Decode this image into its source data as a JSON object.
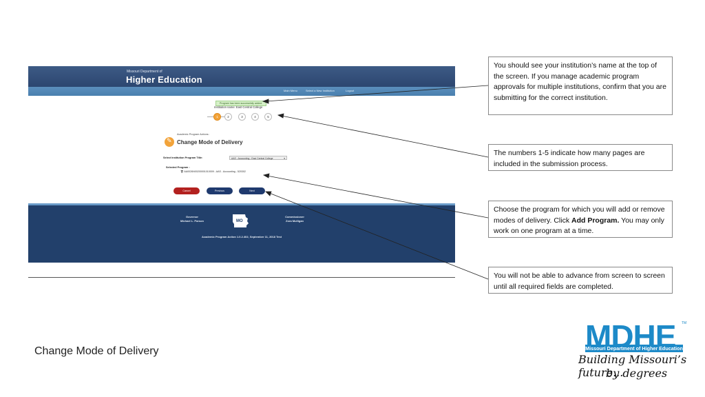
{
  "app": {
    "org_line": "Missouri Department of",
    "brand": "Higher Education",
    "nav": [
      "Main Menu",
      "Select a New Institution",
      "Logout"
    ],
    "success_message": "Program has been successfully added.",
    "institution_line": "Institution name: East Central College",
    "steps": [
      "1",
      "2",
      "3",
      "4",
      "5"
    ],
    "active_step": 1,
    "section_label": "Academic Program Actions:",
    "page_title": "Change Mode of Delivery",
    "select_label": "Select Institution Program Title:",
    "select_value": "AAS - Accounting - East Central College",
    "selected_label": "Selected Program :",
    "selected_program": "AA0026N00200001010009 - AAS - Accounting - 520302",
    "buttons": {
      "cancel": "Cancel",
      "previous": "Previous",
      "next": "Next"
    },
    "footer": {
      "governor_title": "Governor",
      "governor_name": "Michael L. Parson",
      "commissioner_title": "Commissioner",
      "commissioner_name": "Zora Mulligan",
      "version": "Academic Program Action 1.0.2.402, September 11, 2018 Test",
      "mo_label": "MO"
    }
  },
  "callouts": {
    "c1": "You should see your institution’s name at the top of the screen. If you manage academic program approvals for multiple institutions, confirm that you are submitting for the correct institution.",
    "c2": "The numbers 1-5 indicate how many pages are included in the submission process.",
    "c3_pre": "Choose the program for which you will add or remove modes of delivery. Click ",
    "c3_bold": "Add Program.",
    "c3_post": " You may only work on one program at a time.",
    "c4": "You will not be able to advance from screen to screen until all required fields are completed."
  },
  "caption": "Change Mode of Delivery",
  "logo": {
    "mark": "MDHE",
    "tm": "TM",
    "subtitle": "Missouri Department of Higher Education",
    "tagline_1": "Building Missouri’s future...",
    "tagline_2": "by degrees",
    "color": "#1d8ac8"
  }
}
